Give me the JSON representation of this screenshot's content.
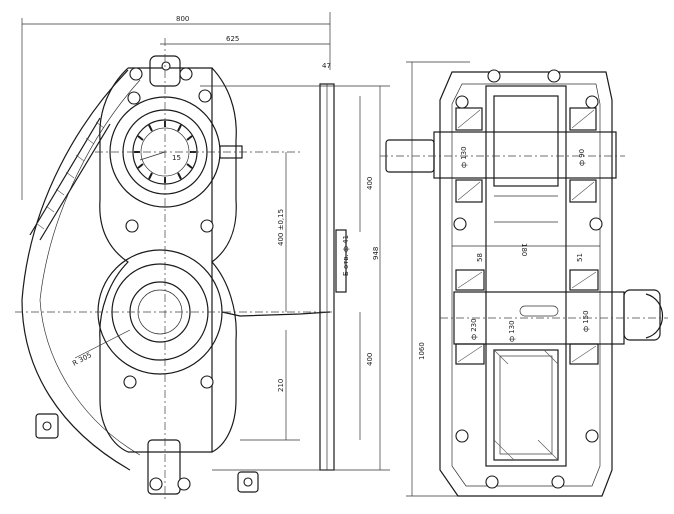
{
  "drawing": {
    "subject": "two-stage gearbox assembly drawing",
    "dimensions": {
      "overall_width": "800",
      "flange_width": "625",
      "offset_top": "47",
      "height_upper": "400",
      "height_total_right": "948",
      "center_distance": "400",
      "center_lower": "210",
      "center_left": "400 ±0,15",
      "tolerance_note": "Б отв. ф 41",
      "radius": "R 305",
      "angle": "15",
      "overall_height_side": "1060",
      "shaft_dia_1": "ф 130",
      "shaft_dia_2": "ф 90",
      "gear_width": "180",
      "side_gap_left": "58",
      "side_gap_right": "51",
      "shaft_dia_3": "ф 230",
      "shaft_dia_4": "ф 130",
      "shaft_dia_5": "ф 150"
    }
  }
}
